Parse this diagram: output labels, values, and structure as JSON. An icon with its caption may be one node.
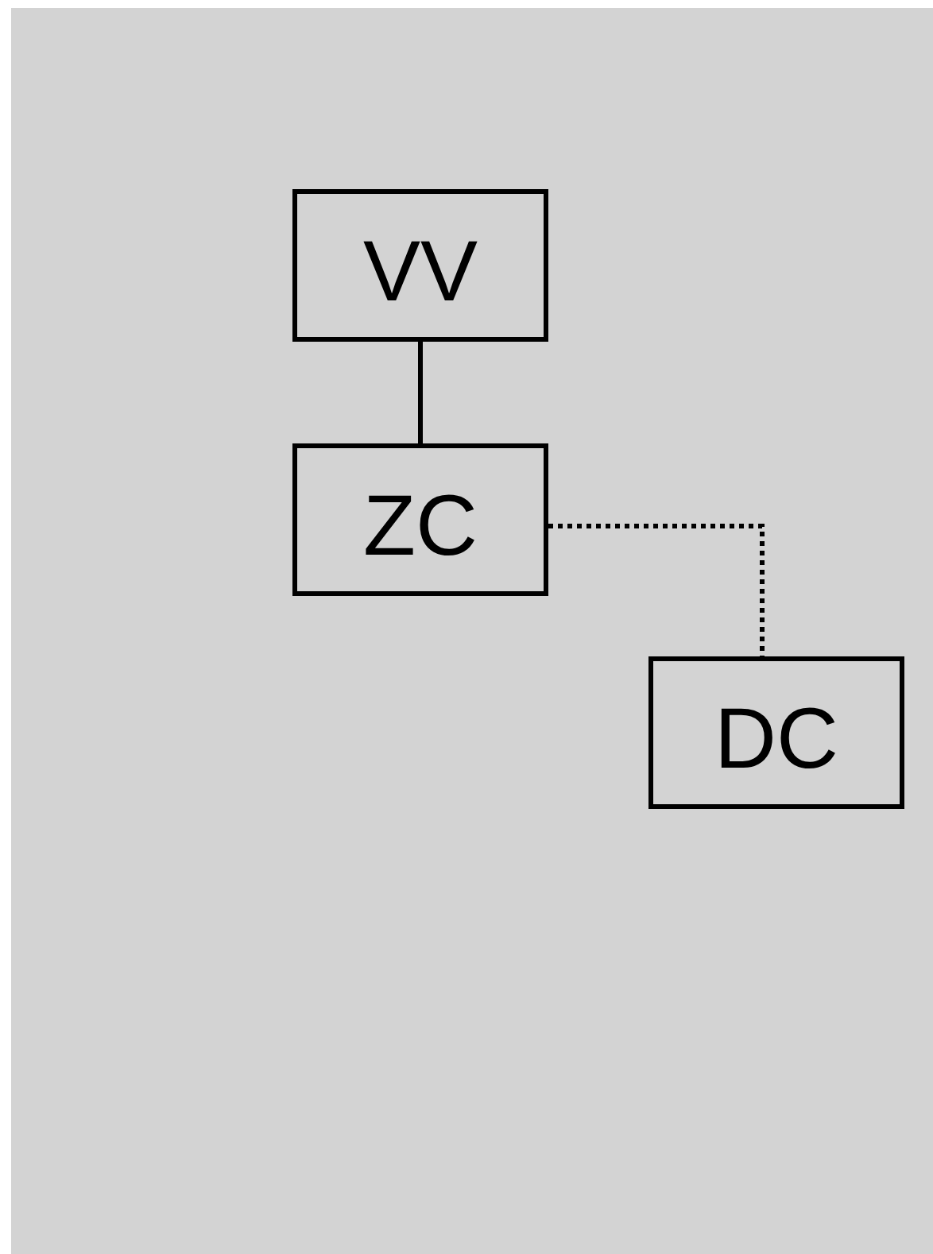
{
  "diagram": {
    "nodes": [
      {
        "text": [
          "VV"
        ]
      },
      {
        "text": [
          "ZC"
        ]
      },
      {
        "text": [
          "DC"
        ]
      }
    ],
    "edges": [
      {
        "from": 0,
        "to": 1,
        "arrow": "none"
      },
      {
        "from": 1,
        "to": 2,
        "arrow": "none",
        "style": "dashed"
      }
    ]
  }
}
